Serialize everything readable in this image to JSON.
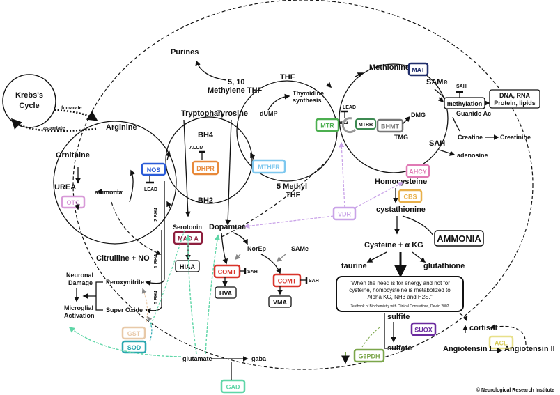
{
  "labels": {
    "krebs": "Krebs's",
    "cycle": "Cycle",
    "fumarate": "fumarate",
    "aspartate": "aspartate",
    "arginine": "Arginine",
    "ornithine": "Ornithine",
    "urea": "UREA",
    "ammonia_small": "ammonia",
    "citrulline_no": "Citrulline + NO",
    "purines": "Purines",
    "methylene_thf_1": "5, 10",
    "methylene_thf_2": "Methylene THF",
    "tryptophan": "Tryptophan",
    "tyrosine": "Tyrosine",
    "bh4": "BH4",
    "bh2": "BH2",
    "alum": "ALUM",
    "lead_nos": "LEAD",
    "thf": "THF",
    "thymidine_1": "Thymidine",
    "thymidine_2": "synthesis",
    "dump": "dUMP",
    "methyl_thf_1": "5 Methyl",
    "methyl_thf_2": "THF",
    "methionine": "Methionine",
    "same_top": "SAMe",
    "sah_top": "SAH",
    "methylation": "methylation",
    "dna_1": "DNA, RNA",
    "dna_2": "Protein, lipids",
    "guanido": "Guanido Ac",
    "creatine": "Creatine",
    "creatinine": "Creatinine",
    "sah_mid": "SAH",
    "adenosine": "adenosine",
    "dmg": "DMG",
    "tmg": "TMG",
    "lead_mtr": "LEAD",
    "b12": "B12",
    "homocysteine": "Homocysteine",
    "cystathionine": "cystathionine",
    "ammonia_big": "AMMONIA",
    "cysteine": "Cysteine + α KG",
    "taurine": "taurine",
    "glutathione": "glutathione",
    "quote_1": "\"When the need is for energy and not for",
    "quote_2": "cysteine, homocysteine is metabolized to",
    "quote_3": "Alpha KG, NH3 and H2S.\"",
    "quote_src": "Textbook of Biochemistry with Clinical Correlations, Devlin 2002",
    "sulfite": "sulfite",
    "sulfate": "sulfate",
    "cortisol": "cortisol",
    "angio1": "Angiotensin I",
    "angio2": "Angiotensin II",
    "serotonin": "Serotonin",
    "dopamine": "Dopamine",
    "norep": "NorEp",
    "same_mid": "SAMe",
    "sah_comt1": "SAH",
    "sah_comt2": "SAH",
    "hiaa": "HIAA",
    "hva": "HVA",
    "vma": "VMA",
    "two_bh4": "2 BH4",
    "one_bh4": "1 BH4",
    "zero_bh4": "0 BH4",
    "neuronal_1": "Neuronal",
    "neuronal_2": "Damage",
    "microglial_1": "Microglial",
    "microglial_2": "Activation",
    "peroxynitrite": "Peroxynitrite",
    "super_oxide": "Super Oxide",
    "glutamate": "glutamate",
    "gaba": "gaba",
    "copyright": "© Neurological Research Institute"
  },
  "enzymes": {
    "nos": "NOS",
    "otc": "OTC",
    "dhpr": "DHPR",
    "mthfr": "MTHFR",
    "mtr": "MTR",
    "mtrr": "MTRR",
    "bhmt": "BHMT",
    "mat": "MAT",
    "ahcy": "AHCY",
    "cbs": "CBS",
    "vdr": "VDR",
    "mao": "MAO A",
    "comt1": "COMT",
    "comt2": "COMT",
    "gst": "GST",
    "sod": "SOD",
    "gad": "GAD",
    "suox": "SUOX",
    "g6pdh": "G6PDH",
    "ace": "ACE"
  },
  "colors": {
    "nos": "#2a5bd7",
    "otc": "#d89ad8",
    "dhpr": "#e8893a",
    "mthfr": "#7ec8ef",
    "mtr": "#4caf50",
    "mtrr": "#3d8a52",
    "bhmt": "#777777",
    "mat": "#1f2d6b",
    "ahcy": "#e07ab5",
    "cbs": "#e8b04a",
    "vdr": "#c9a3e8",
    "mao": "#8e1f3e",
    "comt": "#d9342b",
    "gst": "#e8c9a8",
    "sod": "#2aa7b0",
    "gad": "#5fd6a7",
    "suox": "#6a2a9e",
    "g6pdh": "#7ba64a",
    "ace": "#e8e08a"
  }
}
